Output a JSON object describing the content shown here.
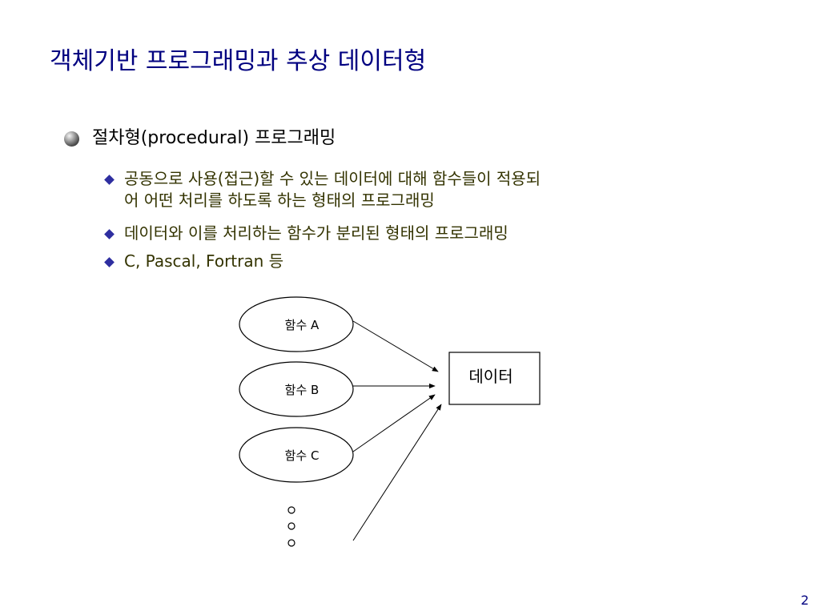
{
  "slide": {
    "title": "객체기반 프로그래밍과 추상 데이터형",
    "page_number": "2"
  },
  "main_bullet": {
    "text": "절차형(procedural) 프로그래밍"
  },
  "sub_bullets": [
    {
      "line1": "공동으로 사용(접근)할 수 있는 데이터에 대해  함수들이 적용되",
      "line2": "어 어떤 처리를 하도록 하는 형태의 프로그래밍"
    },
    {
      "line1": "데이터와 이를 처리하는 함수가 분리된 형태의 프로그래밍"
    },
    {
      "line1": "C, Pascal, Fortran 등"
    }
  ],
  "diagram": {
    "functions": [
      {
        "label": "함수 A"
      },
      {
        "label": "함수 B"
      },
      {
        "label": "함수 C"
      }
    ],
    "data_box": {
      "label": "데이터"
    },
    "ellipsis_dots": 3
  },
  "colors": {
    "title": "#000080",
    "sub_text": "#333300",
    "bullet_diamond": "#2e2ea0",
    "page_number": "#000080"
  }
}
